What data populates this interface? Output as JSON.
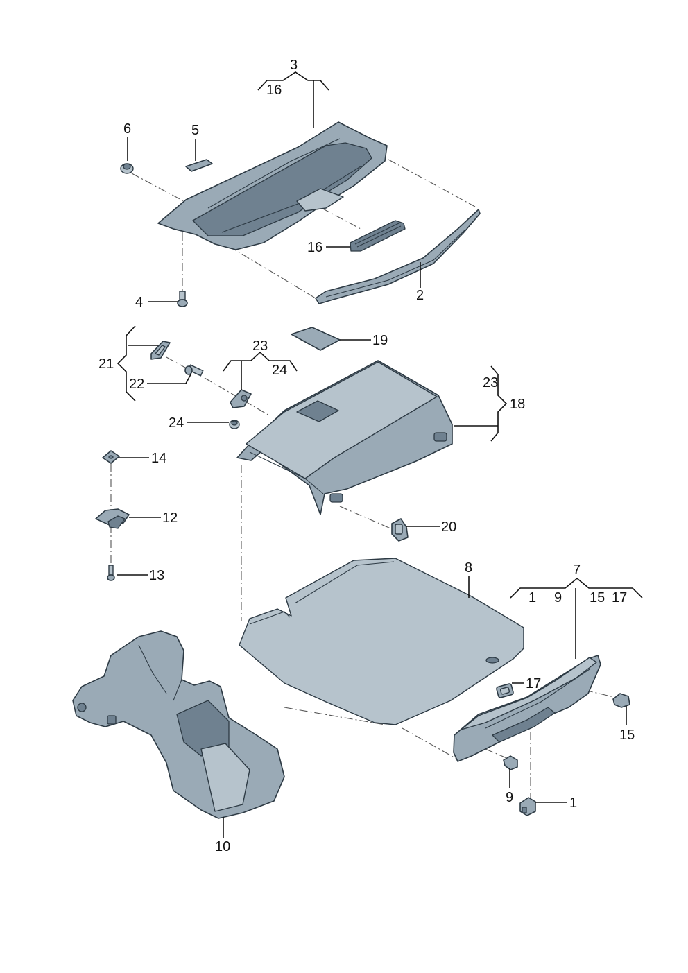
{
  "labels": {
    "p1": "1",
    "p2": "2",
    "p3": "3",
    "p4": "4",
    "p5": "5",
    "p6": "6",
    "p7": "7",
    "p8": "8",
    "p9": "9",
    "p10": "10",
    "p12": "12",
    "p13": "13",
    "p14": "14",
    "p15": "15",
    "p16": "16",
    "p17": "17",
    "p18": "18",
    "p19": "19",
    "p20": "20",
    "p21": "21",
    "p22": "22",
    "p23": "23",
    "p24": "24"
  },
  "colors": {
    "part_fill": "#9aaab6",
    "part_outline": "#2d3a44",
    "leader": "#111111"
  }
}
